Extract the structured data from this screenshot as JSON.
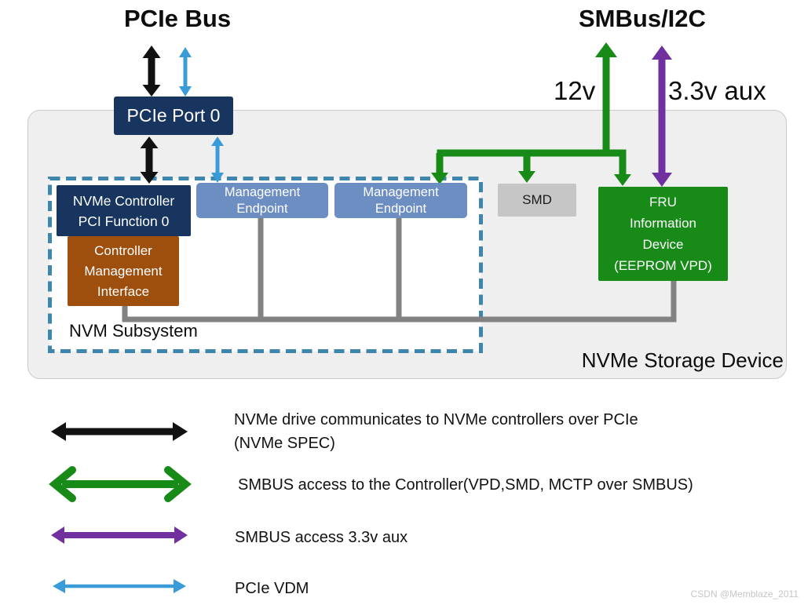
{
  "titles": {
    "pcie_bus": "PCIe Bus",
    "smbus": "SMBus/I2C"
  },
  "power_labels": {
    "v12": "12v",
    "aux": "3.3v aux"
  },
  "device": {
    "label": "NVMe Storage Device",
    "pcie_port": "PCIe Port 0",
    "subsystem": {
      "label": "NVM Subsystem",
      "nvme_controller": "NVMe Controller\nPCI Function 0",
      "controller_mgmt_interface": "Controller\nManagement\nInterface",
      "mgmt_endpoint_1": "Management\nEndpoint",
      "mgmt_endpoint_2": "Management\nEndpoint"
    },
    "smd": "SMD",
    "fru": "FRU\nInformation\nDevice\n(EEPROM VPD)"
  },
  "legend": [
    {
      "arrow": "black-double-arrow",
      "color": "#111111",
      "label": "NVMe drive communicates to NVMe controllers over PCIe\n(NVMe SPEC)"
    },
    {
      "arrow": "green-double-arrow",
      "color": "#178a17",
      "label": "SMBUS access to the Controller(VPD,SMD, MCTP over SMBUS)"
    },
    {
      "arrow": "purple-double-arrow",
      "color": "#7030a0",
      "label": "SMBUS access 3.3v aux"
    },
    {
      "arrow": "blue-double-arrow",
      "color": "#3a9bd9",
      "label": "PCIe VDM"
    }
  ],
  "watermark": "CSDN @Memblaze_2011",
  "colors": {
    "navy": "#17355e",
    "endpoint_blue": "#6d8ec3",
    "brown": "#9e4e0d",
    "green": "#178a17",
    "purple": "#7030a0",
    "pcie_vdm_blue": "#3a9bd9",
    "connector_gray": "#828282",
    "subsystem_dash": "#3e86ab",
    "device_fill": "#efefef"
  }
}
